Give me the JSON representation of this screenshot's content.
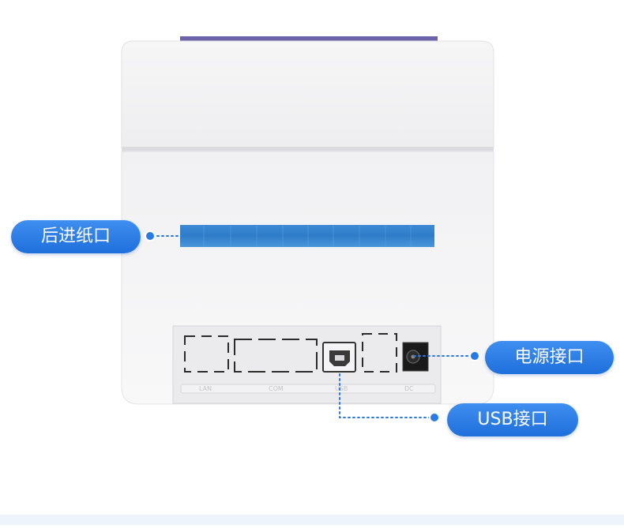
{
  "labels": {
    "rear_paper_slot": "后进纸口",
    "power_port": "电源接口",
    "usb_port": "USB接口"
  },
  "port_panel_markings": [
    "LAN",
    "COM",
    "USB",
    "DC"
  ],
  "colors": {
    "callout_blue": "#2a7ae6",
    "leader_line": "#2a7ae6",
    "printer_body": "#f5f5f6",
    "paper_slot": "#2f7fd0"
  }
}
